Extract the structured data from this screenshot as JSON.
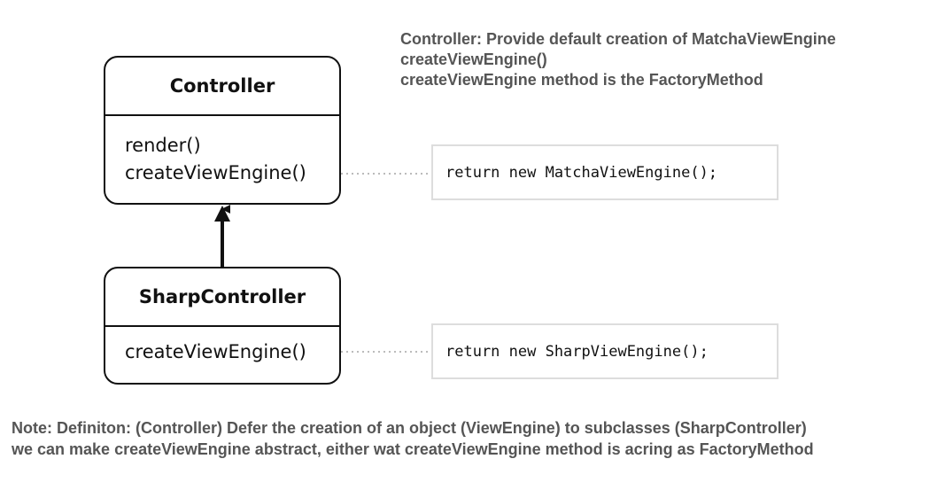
{
  "classes": {
    "controller": {
      "name": "Controller",
      "methods": [
        "render()",
        "createViewEngine()"
      ]
    },
    "sharp": {
      "name": "SharpController",
      "methods": [
        "createViewEngine()"
      ]
    }
  },
  "code": {
    "controller_impl": "return new MatchaViewEngine();",
    "sharp_impl": "return new SharpViewEngine();"
  },
  "notes": {
    "top": [
      "Controller: Provide default creation of MatchaViewEngine",
      "createViewEngine()",
      "createViewEngine method is the FactoryMethod"
    ],
    "bottom": [
      "Note: Definiton: (Controller) Defer the creation of an object (ViewEngine) to subclasses (SharpController)",
      "we can make createViewEngine abstract, either wat createViewEngine method is acring as FactoryMethod"
    ]
  },
  "colors": {
    "stroke": "#111111",
    "note_text": "#555555",
    "code_border": "#dddddd",
    "dotted_line": "#bbbbbb"
  }
}
